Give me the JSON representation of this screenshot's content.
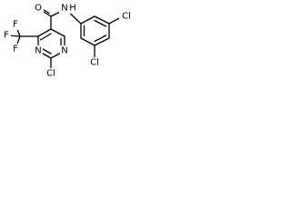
{
  "molecule": {
    "atoms": {
      "o": "O",
      "nh_n": "N",
      "nh_h": "H",
      "ring_n_top": "N",
      "ring_n_bottom": "N",
      "cl_pyrimidine": "Cl",
      "cl_phenyl_top": "Cl",
      "cl_phenyl_bottom": "Cl",
      "cf3_f_top": "F",
      "cf3_f_left": "F",
      "cf3_f_bottom": "F"
    }
  }
}
